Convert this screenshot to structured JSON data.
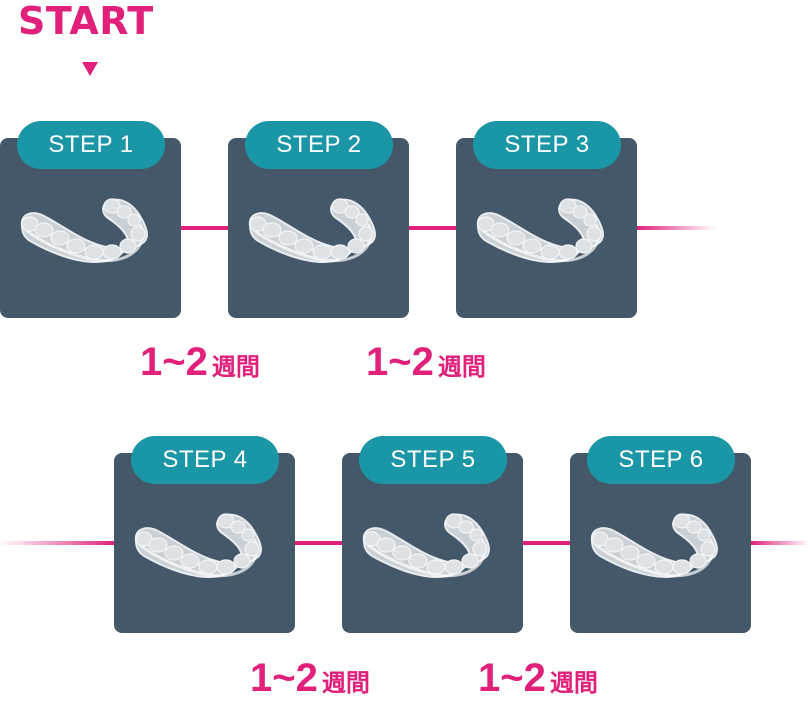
{
  "start_label": "START",
  "steps": [
    {
      "label": "STEP 1"
    },
    {
      "label": "STEP 2"
    },
    {
      "label": "STEP 3"
    },
    {
      "label": "STEP 4"
    },
    {
      "label": "STEP 5"
    },
    {
      "label": "STEP 6"
    }
  ],
  "durations": [
    {
      "value": "1~2",
      "unit": "週間"
    },
    {
      "value": "1~2",
      "unit": "週間"
    },
    {
      "value": "1~2",
      "unit": "週間"
    },
    {
      "value": "1~2",
      "unit": "週間"
    }
  ],
  "colors": {
    "accent": "#e0207a",
    "card": "#455869",
    "badge": "#1a96a6"
  },
  "icons": {
    "card_image": "clear-aligner-icon",
    "start_marker": "triangle-down-icon"
  }
}
